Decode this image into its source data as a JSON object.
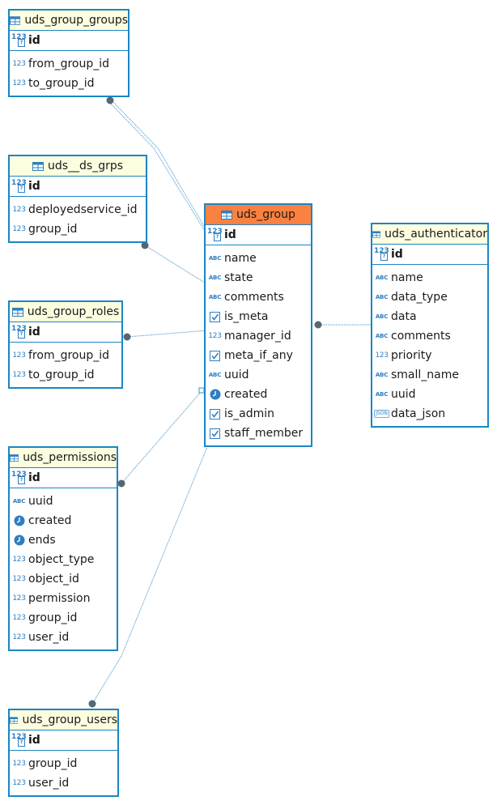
{
  "tables": [
    {
      "name": "uds_group_groups",
      "pk": "id",
      "columns": [
        {
          "name": "from_group_id",
          "type": "number"
        },
        {
          "name": "to_group_id",
          "type": "number"
        }
      ]
    },
    {
      "name": "uds__ds_grps",
      "pk": "id",
      "columns": [
        {
          "name": "deployedservice_id",
          "type": "number"
        },
        {
          "name": "group_id",
          "type": "number"
        }
      ]
    },
    {
      "name": "uds_group_roles",
      "pk": "id",
      "columns": [
        {
          "name": "from_group_id",
          "type": "number"
        },
        {
          "name": "to_group_id",
          "type": "number"
        }
      ]
    },
    {
      "name": "uds_permissions",
      "pk": "id",
      "columns": [
        {
          "name": "uuid",
          "type": "text"
        },
        {
          "name": "created",
          "type": "datetime"
        },
        {
          "name": "ends",
          "type": "datetime"
        },
        {
          "name": "object_type",
          "type": "number"
        },
        {
          "name": "object_id",
          "type": "number"
        },
        {
          "name": "permission",
          "type": "number"
        },
        {
          "name": "group_id",
          "type": "number"
        },
        {
          "name": "user_id",
          "type": "number"
        }
      ]
    },
    {
      "name": "uds_group_users",
      "pk": "id",
      "columns": [
        {
          "name": "group_id",
          "type": "number"
        },
        {
          "name": "user_id",
          "type": "number"
        }
      ]
    },
    {
      "name": "uds_group",
      "pk": "id",
      "columns": [
        {
          "name": "name",
          "type": "text"
        },
        {
          "name": "state",
          "type": "text"
        },
        {
          "name": "comments",
          "type": "text"
        },
        {
          "name": "is_meta",
          "type": "boolean"
        },
        {
          "name": "manager_id",
          "type": "number"
        },
        {
          "name": "meta_if_any",
          "type": "boolean"
        },
        {
          "name": "uuid",
          "type": "text"
        },
        {
          "name": "created",
          "type": "datetime"
        },
        {
          "name": "is_admin",
          "type": "boolean"
        },
        {
          "name": "staff_member",
          "type": "boolean"
        }
      ]
    },
    {
      "name": "uds_authenticator",
      "pk": "id",
      "columns": [
        {
          "name": "name",
          "type": "text"
        },
        {
          "name": "data_type",
          "type": "text"
        },
        {
          "name": "data",
          "type": "text"
        },
        {
          "name": "comments",
          "type": "text"
        },
        {
          "name": "priority",
          "type": "number"
        },
        {
          "name": "small_name",
          "type": "text"
        },
        {
          "name": "uuid",
          "type": "text"
        },
        {
          "name": "data_json",
          "type": "json"
        }
      ]
    }
  ],
  "relations": [
    {
      "from": "uds_group_groups",
      "to": "uds_group"
    },
    {
      "from": "uds__ds_grps",
      "to": "uds_group"
    },
    {
      "from": "uds_group_roles",
      "to": "uds_group"
    },
    {
      "from": "uds_permissions",
      "to": "uds_group"
    },
    {
      "from": "uds_group_users",
      "to": "uds_group"
    },
    {
      "from": "uds_group",
      "to": "uds_authenticator"
    }
  ],
  "colors": {
    "border": "#1a86c4",
    "header": "#fdfde0",
    "selected_header": "#fb8140",
    "link": "#3b8fc8",
    "endpoint": "#566673"
  }
}
